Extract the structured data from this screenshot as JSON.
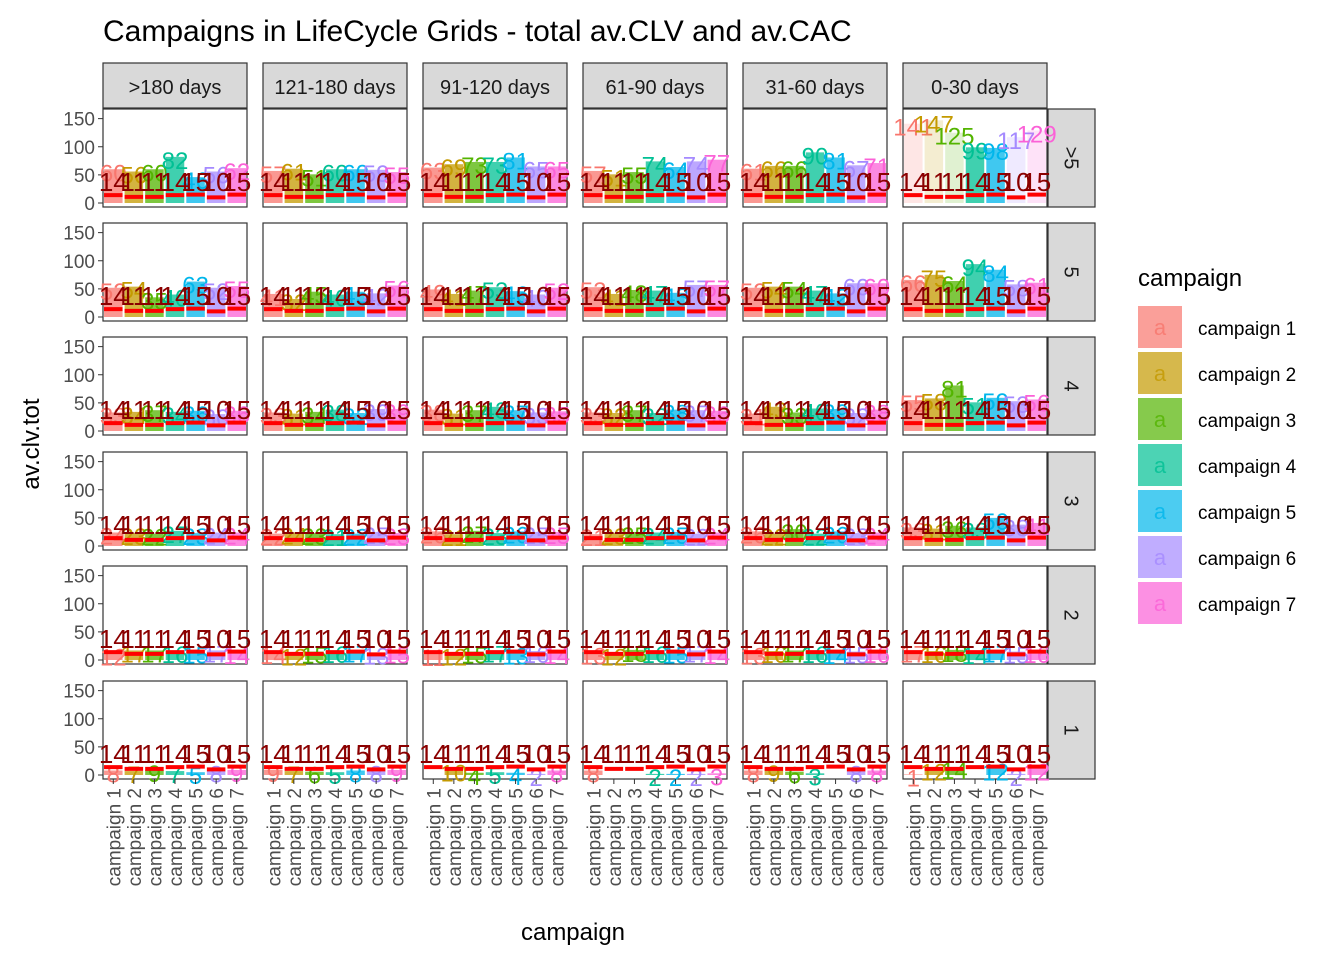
{
  "chart_data": {
    "type": "bar",
    "title": "Campaigns in LifeCycle Grids - total av.CLV and av.CAC",
    "xlabel": "campaign",
    "ylabel": "av.clv.tot",
    "ylim": [
      0,
      160
    ],
    "yticks": [
      0,
      50,
      100,
      150
    ],
    "grid": false,
    "legend_position": "right",
    "legend": {
      "title": "campaign",
      "key_glyph": "a"
    },
    "categories": [
      "campaign 1",
      "campaign 2",
      "campaign 3",
      "campaign 4",
      "campaign 5",
      "campaign 6",
      "campaign 7"
    ],
    "colors": [
      "#F8766D",
      "#C49A00",
      "#53B400",
      "#00C094",
      "#00B6EB",
      "#A58AFF",
      "#FB61D7"
    ],
    "cac_color": "#8B0000",
    "cac_line_color": "#FF0000",
    "cac": [
      14,
      11,
      11,
      14,
      15,
      10,
      15
    ],
    "col_facets": [
      ">180 days",
      "121-180 days",
      "91-120 days",
      "61-90 days",
      "31-60 days",
      "0-30 days"
    ],
    "row_facets": [
      ">5",
      "5",
      "4",
      "3",
      "2",
      "1"
    ],
    "clv": [
      [
        [
          60,
          56,
          60,
          82,
          46,
          56,
          62
        ],
        [
          57,
          61,
          51,
          60,
          60,
          59,
          55
        ],
        [
          63,
          69,
          73,
          73,
          81,
          65,
          65
        ],
        [
          57,
          51,
          55,
          74,
          64,
          74,
          77
        ],
        [
          61,
          66,
          66,
          90,
          81,
          67,
          71
        ],
        [
          141,
          147,
          125,
          99,
          98,
          117,
          129
        ]
      ],
      [
        [
          52,
          54,
          35,
          40,
          63,
          52,
          55
        ],
        [
          41,
          32,
          45,
          40,
          45,
          42,
          56
        ],
        [
          49,
          41,
          47,
          53,
          46,
          40,
          52
        ],
        [
          53,
          41,
          48,
          47,
          43,
          57,
          57
        ],
        [
          52,
          54,
          54,
          47,
          42,
          60,
          60
        ],
        [
          66,
          75,
          64,
          94,
          84,
          58,
          61
        ]
      ],
      [
        [
          33,
          34,
          37,
          34,
          36,
          30,
          36
        ],
        [
          33,
          31,
          34,
          38,
          32,
          39,
          39
        ],
        [
          38,
          31,
          37,
          43,
          37,
          33,
          35
        ],
        [
          33,
          32,
          37,
          32,
          38,
          37,
          36
        ],
        [
          31,
          43,
          33,
          40,
          39,
          32,
          38
        ],
        [
          55,
          58,
          81,
          51,
          59,
          53,
          56
        ]
      ],
      [
        [
          24,
          23,
          22,
          27,
          23,
          24,
          24
        ],
        [
          22,
          24,
          23,
          21,
          22,
          25,
          23
        ],
        [
          26,
          21,
          27,
          23,
          26,
          25,
          25
        ],
        [
          21,
          23,
          25,
          24,
          25,
          22,
          24
        ],
        [
          26,
          22,
          30,
          22,
          26,
          23,
          24
        ],
        [
          33,
          31,
          36,
          33,
          50,
          38,
          41
        ]
      ],
      [
        [
          12,
          17,
          17,
          16,
          15,
          17,
          14
        ],
        [
          14,
          12,
          15,
          16,
          17,
          13,
          15
        ],
        [
          11,
          12,
          15,
          17,
          13,
          16,
          14
        ],
        [
          13,
          12,
          18,
          16,
          15,
          17,
          14
        ],
        [
          13,
          16,
          17,
          16,
          14,
          15,
          16
        ],
        [
          17,
          16,
          18,
          14,
          17,
          15,
          16
        ]
      ],
      [
        [
          8,
          7,
          9,
          7,
          5,
          8,
          9
        ],
        [
          9,
          7,
          6,
          5,
          8,
          8,
          9
        ],
        [
          null,
          10,
          4,
          5,
          4,
          2,
          8
        ],
        [
          8,
          null,
          null,
          2,
          2,
          2,
          3
        ],
        [
          8,
          9,
          6,
          3,
          null,
          8,
          8
        ],
        [
          1,
          12,
          14,
          null,
          12,
          2,
          12
        ]
      ]
    ]
  }
}
